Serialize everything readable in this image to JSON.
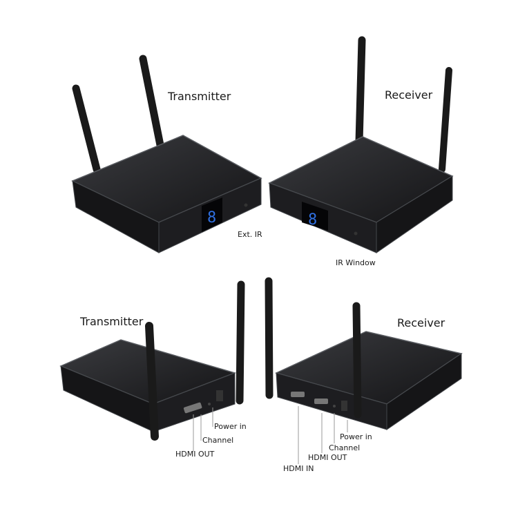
{
  "top_views": {
    "transmitter_label": "Transmitter",
    "receiver_label": "Receiver",
    "ext_ir_label": "Ext. IR",
    "ir_window_label": "IR Window",
    "display_digit": "8"
  },
  "rear_views": {
    "transmitter": {
      "title": "Transmitter",
      "power_in": "Power in",
      "channel": "Channel",
      "hdmi_out": "HDMI OUT"
    },
    "receiver": {
      "title": "Receiver",
      "power_in": "Power in",
      "channel": "Channel",
      "hdmi_out": "HDMI OUT",
      "hdmi_in": "HDMI IN"
    }
  },
  "colors": {
    "device_body": "#1c1c1e",
    "device_edge": "#55585c",
    "display_digit": "#2f6fe0"
  }
}
